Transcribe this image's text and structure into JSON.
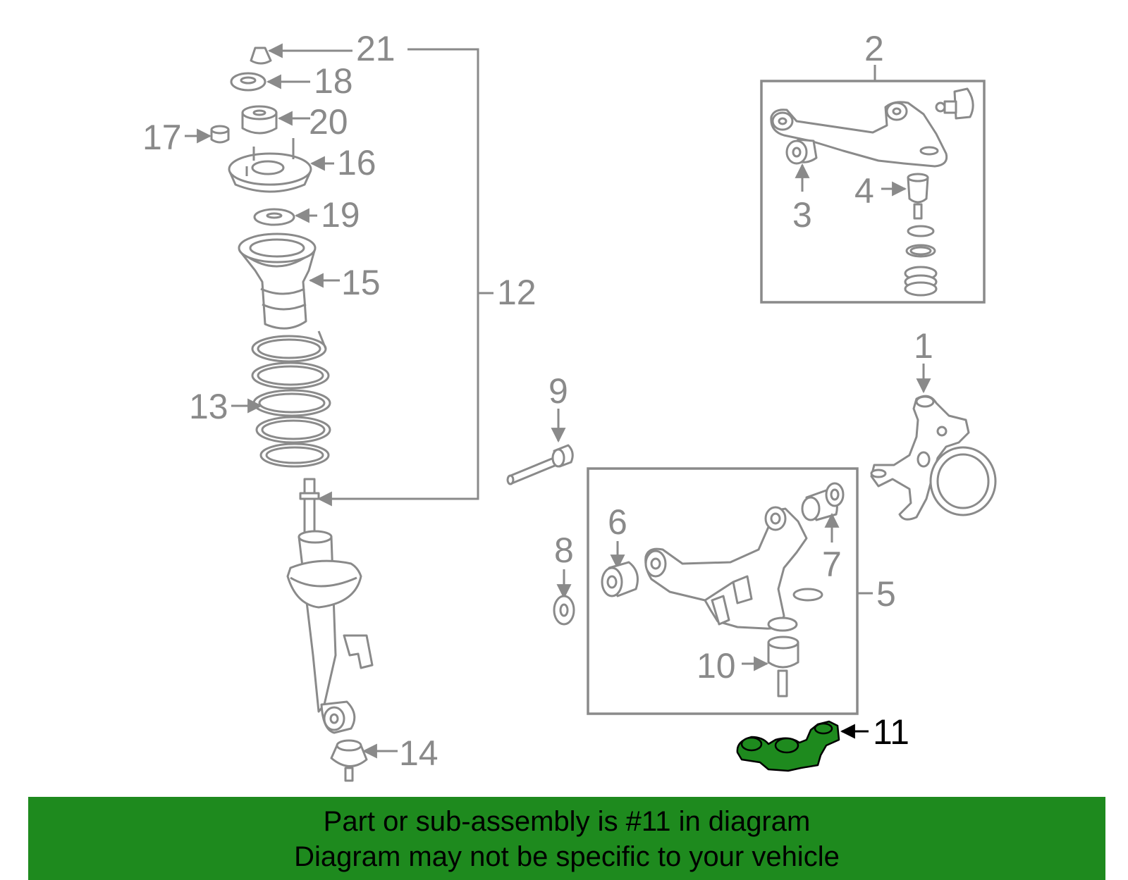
{
  "diagram": {
    "highlighted_part": "11",
    "callouts": [
      {
        "id": "c1",
        "label": "1"
      },
      {
        "id": "c2",
        "label": "2"
      },
      {
        "id": "c3",
        "label": "3"
      },
      {
        "id": "c4",
        "label": "4"
      },
      {
        "id": "c5",
        "label": "5"
      },
      {
        "id": "c6",
        "label": "6"
      },
      {
        "id": "c7",
        "label": "7"
      },
      {
        "id": "c8",
        "label": "8"
      },
      {
        "id": "c9",
        "label": "9"
      },
      {
        "id": "c10",
        "label": "10"
      },
      {
        "id": "c11",
        "label": "11"
      },
      {
        "id": "c12",
        "label": "12"
      },
      {
        "id": "c13",
        "label": "13"
      },
      {
        "id": "c14",
        "label": "14"
      },
      {
        "id": "c15",
        "label": "15"
      },
      {
        "id": "c16",
        "label": "16"
      },
      {
        "id": "c17",
        "label": "17"
      },
      {
        "id": "c18",
        "label": "18"
      },
      {
        "id": "c19",
        "label": "19"
      },
      {
        "id": "c20",
        "label": "20"
      },
      {
        "id": "c21",
        "label": "21"
      }
    ],
    "colors": {
      "line": "#8a8a8a",
      "highlight": "#1e8a1e",
      "banner": "#1e8a1e"
    }
  },
  "banner": {
    "line1": "Part or sub-assembly is #11 in diagram",
    "line2": "Diagram may not be specific to your vehicle"
  }
}
